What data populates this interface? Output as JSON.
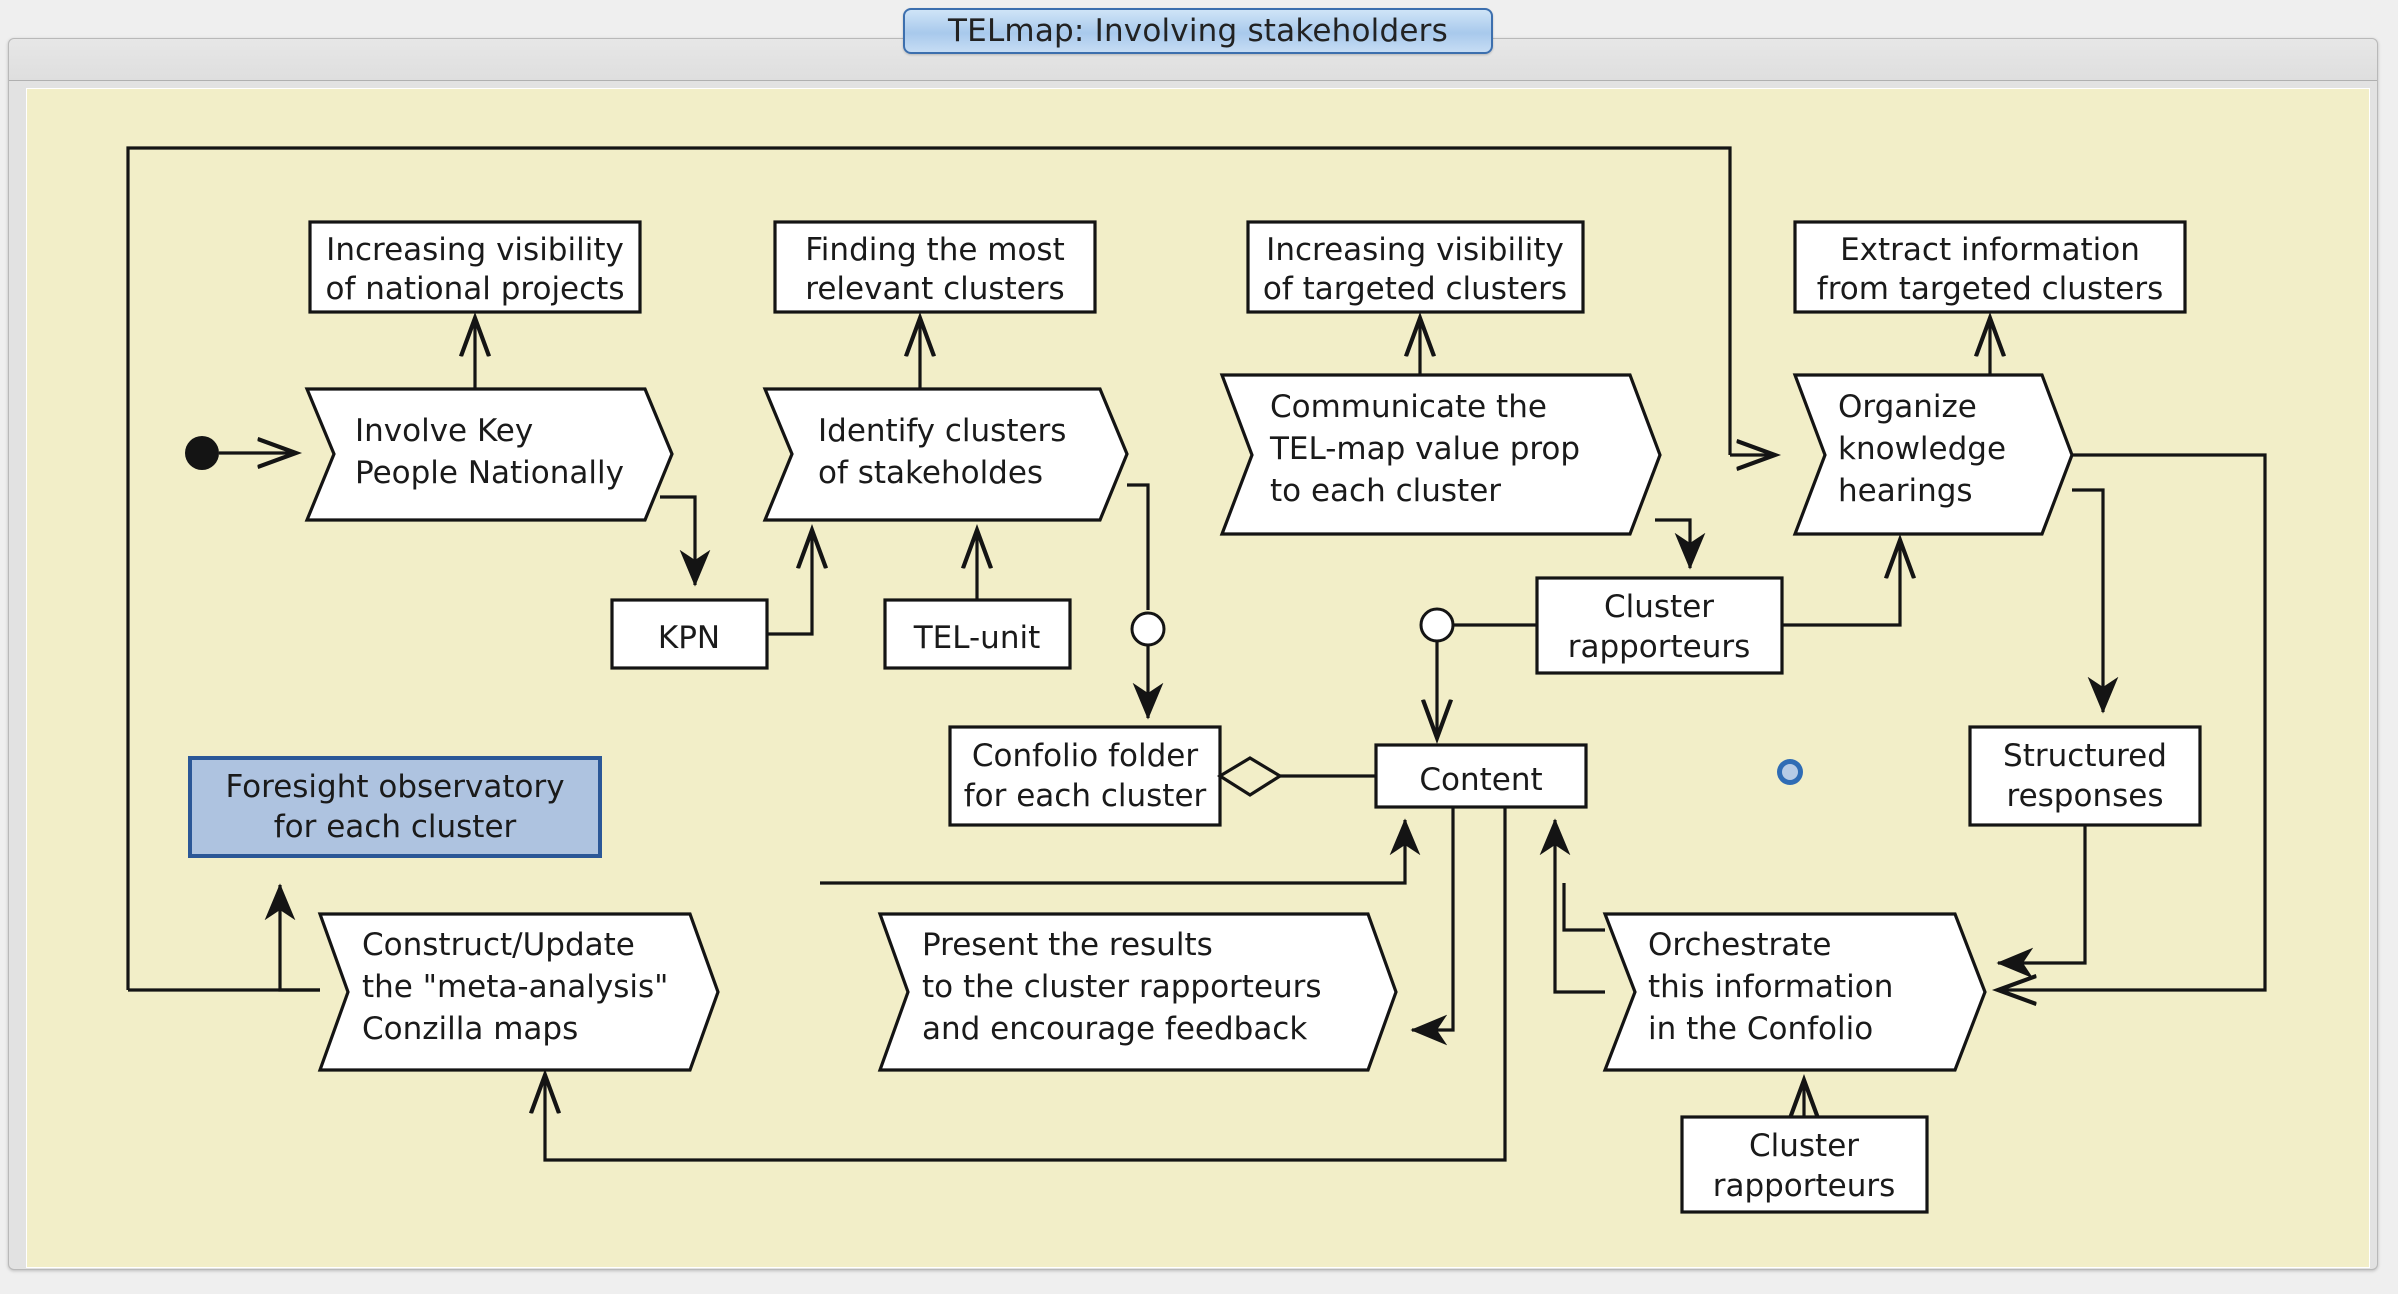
{
  "window": {
    "title": "TELmap: Involving stakeholders",
    "canvas_color": "#f2eec8",
    "frame_color": "#e2e2e2"
  },
  "diagram": {
    "type": "activity-flow",
    "accent_color": "#2b5797",
    "highlight_fill": "#aec3e0",
    "activities": [
      {
        "id": "involve-key-people",
        "label_lines": [
          "Involve Key",
          "People Nationally"
        ]
      },
      {
        "id": "identify-clusters",
        "label_lines": [
          "Identify clusters",
          "of stakeholdes"
        ]
      },
      {
        "id": "communicate-value",
        "label_lines": [
          "Communicate the",
          "TEL-map value prop",
          "to each cluster"
        ]
      },
      {
        "id": "organize-hearings",
        "label_lines": [
          "Organize",
          "knowledge",
          "hearings"
        ]
      },
      {
        "id": "construct-update-maps",
        "label_lines": [
          "Construct/Update",
          "the \"meta-analysis\"",
          "Conzilla maps"
        ]
      },
      {
        "id": "present-results",
        "label_lines": [
          "Present the results",
          "to the cluster rapporteurs",
          "and encourage feedback"
        ]
      },
      {
        "id": "orchestrate-confolio",
        "label_lines": [
          "Orchestrate",
          "this information",
          "in the Confolio"
        ]
      }
    ],
    "outcomes": [
      {
        "id": "increasing-visibility-national",
        "label_lines": [
          "Increasing visibility",
          "of national projects"
        ]
      },
      {
        "id": "finding-relevant-clusters",
        "label_lines": [
          "Finding the most",
          "relevant clusters"
        ]
      },
      {
        "id": "increasing-visibility-targeted",
        "label_lines": [
          "Increasing visibility",
          "of targeted clusters"
        ]
      },
      {
        "id": "extract-information",
        "label_lines": [
          "Extract information",
          "from targeted clusters"
        ]
      }
    ],
    "artifacts": [
      {
        "id": "kpn",
        "label_lines": [
          "KPN"
        ]
      },
      {
        "id": "tel-unit",
        "label_lines": [
          "TEL-unit"
        ]
      },
      {
        "id": "cluster-rapporteurs-top",
        "label_lines": [
          "Cluster",
          "rapporteurs"
        ]
      },
      {
        "id": "confolio-folder",
        "label_lines": [
          "Confolio folder",
          "for each cluster"
        ]
      },
      {
        "id": "content",
        "label_lines": [
          "Content"
        ]
      },
      {
        "id": "structured-responses",
        "label_lines": [
          "Structured",
          "responses"
        ]
      },
      {
        "id": "cluster-rapporteurs-bottom",
        "label_lines": [
          "Cluster",
          "rapporteurs"
        ]
      }
    ],
    "highlighted": [
      {
        "id": "foresight-observatory",
        "label_lines": [
          "Foresight observatory",
          "for each cluster"
        ]
      }
    ],
    "markers": [
      {
        "id": "start-node",
        "kind": "filled-circle"
      },
      {
        "id": "blue-ring-marker",
        "kind": "ring",
        "color": "#2f6cb5"
      }
    ]
  }
}
